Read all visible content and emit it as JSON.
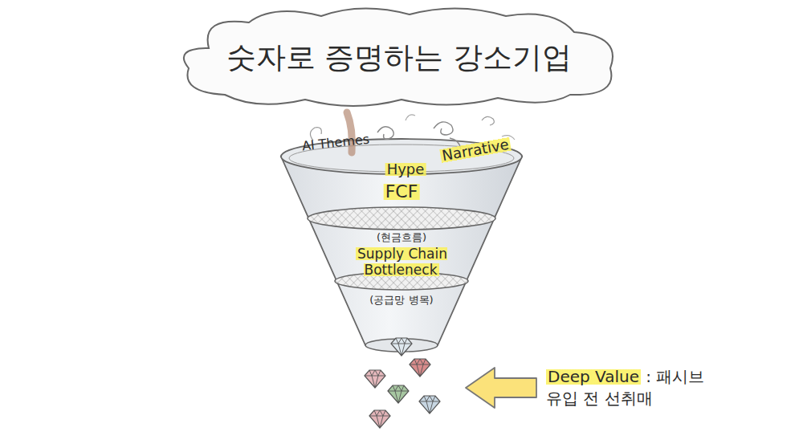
{
  "diagram": {
    "title": "숫자로 증명하는 강소기업",
    "labels": [
      "AI Themes",
      "Hype",
      "Narrative",
      "FCF",
      "(현금흐름)",
      "Supply Chain Bottleneck",
      "(공급망 병목)",
      "Deep Value",
      ": 패시브 유입 전 선취매"
    ]
  }
}
